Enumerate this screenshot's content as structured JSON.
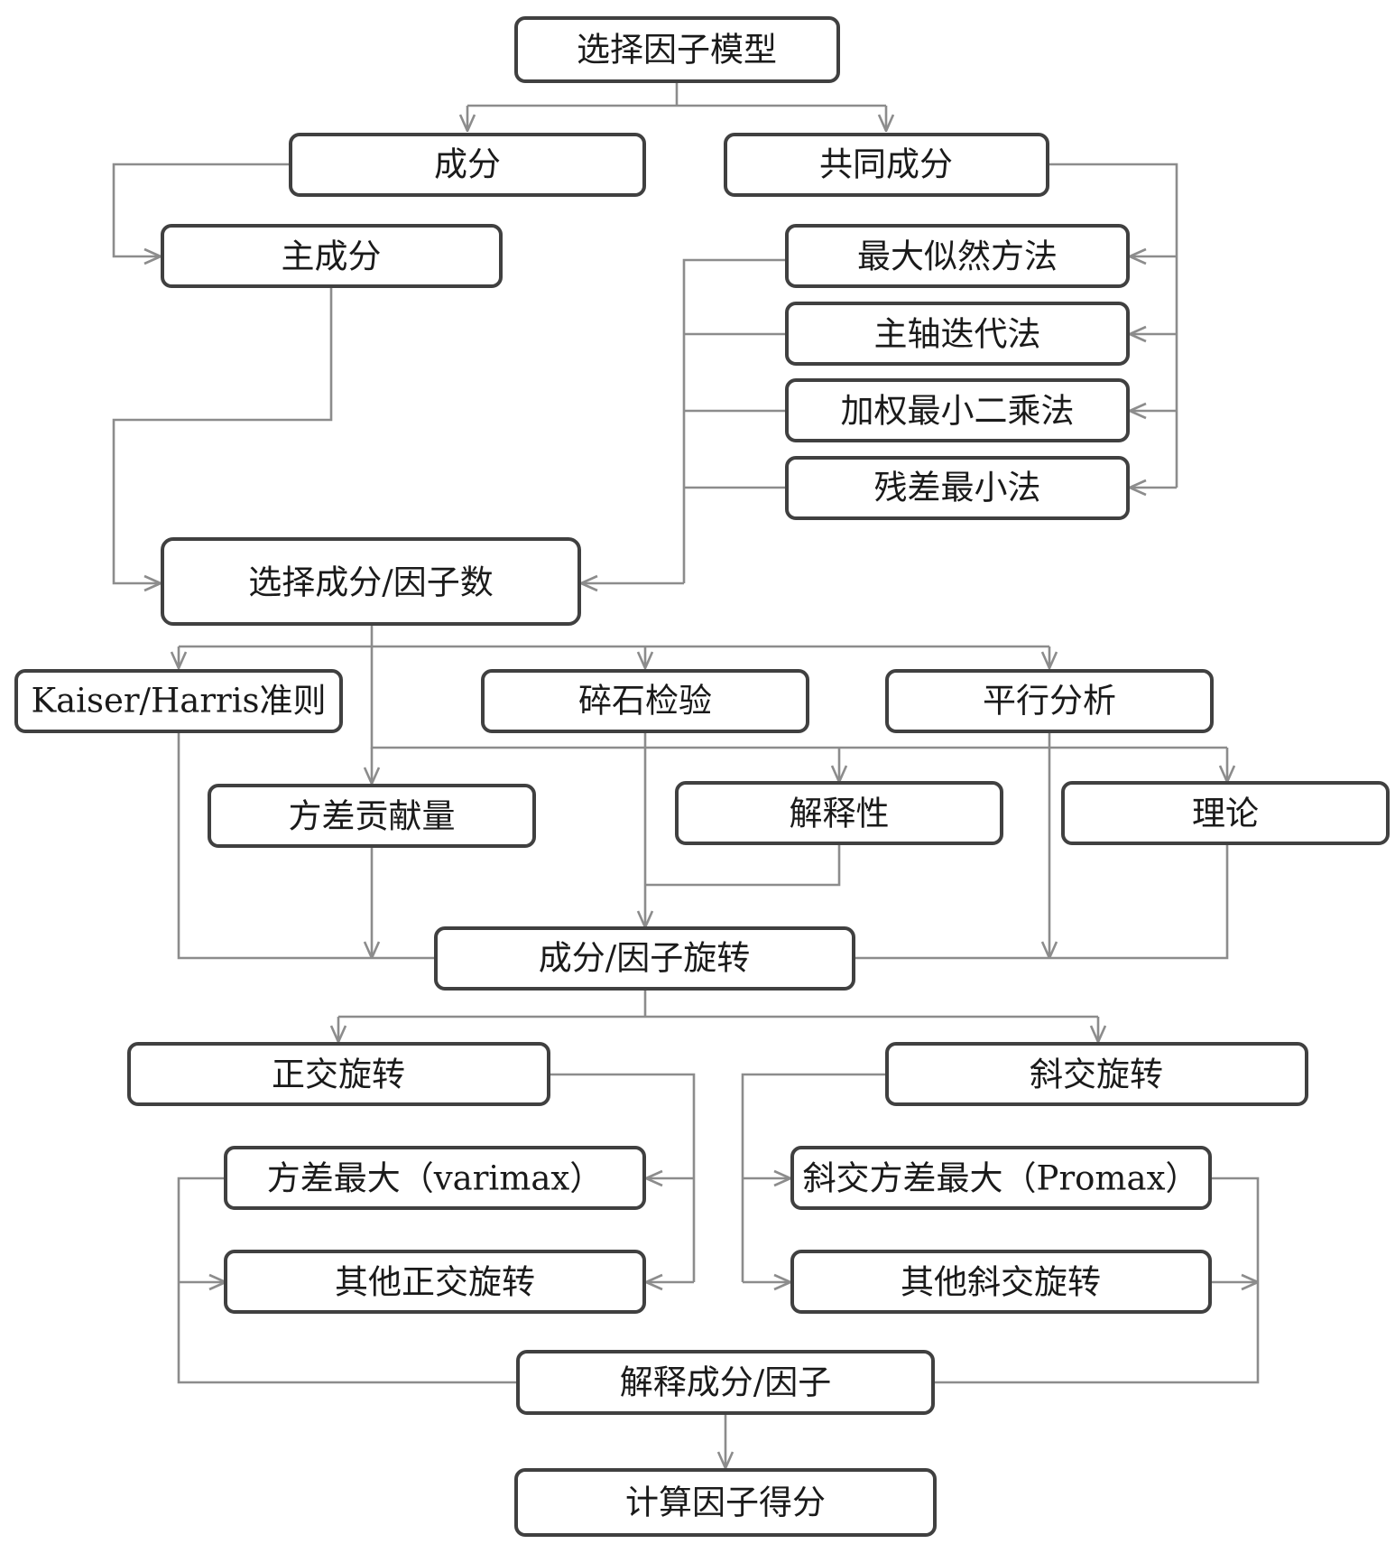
{
  "colors": {
    "node_border": "#404040",
    "connector": "#8c8c8c",
    "text": "#1a1a1a",
    "background": "#ffffff"
  },
  "nodes": {
    "select_model": "选择因子模型",
    "component": "成分",
    "common_component": "共同成分",
    "principal_component": "主成分",
    "max_likelihood": "最大似然方法",
    "principal_axis": "主轴迭代法",
    "weighted_least_squares": "加权最小二乘法",
    "min_residual": "残差最小法",
    "select_number": "选择成分/因子数",
    "kaiser_harris": "Kaiser/Harris准则",
    "scree_test": "碎石检验",
    "parallel_analysis": "平行分析",
    "variance_contribution": "方差贡献量",
    "interpretability": "解释性",
    "theory": "理论",
    "rotation": "成分/因子旋转",
    "orthogonal_rotation": "正交旋转",
    "oblique_rotation": "斜交旋转",
    "varimax": "方差最大（varimax）",
    "other_orthogonal": "其他正交旋转",
    "promax": "斜交方差最大（Promax）",
    "other_oblique": "其他斜交旋转",
    "interpret": "解释成分/因子",
    "compute_scores": "计算因子得分"
  }
}
